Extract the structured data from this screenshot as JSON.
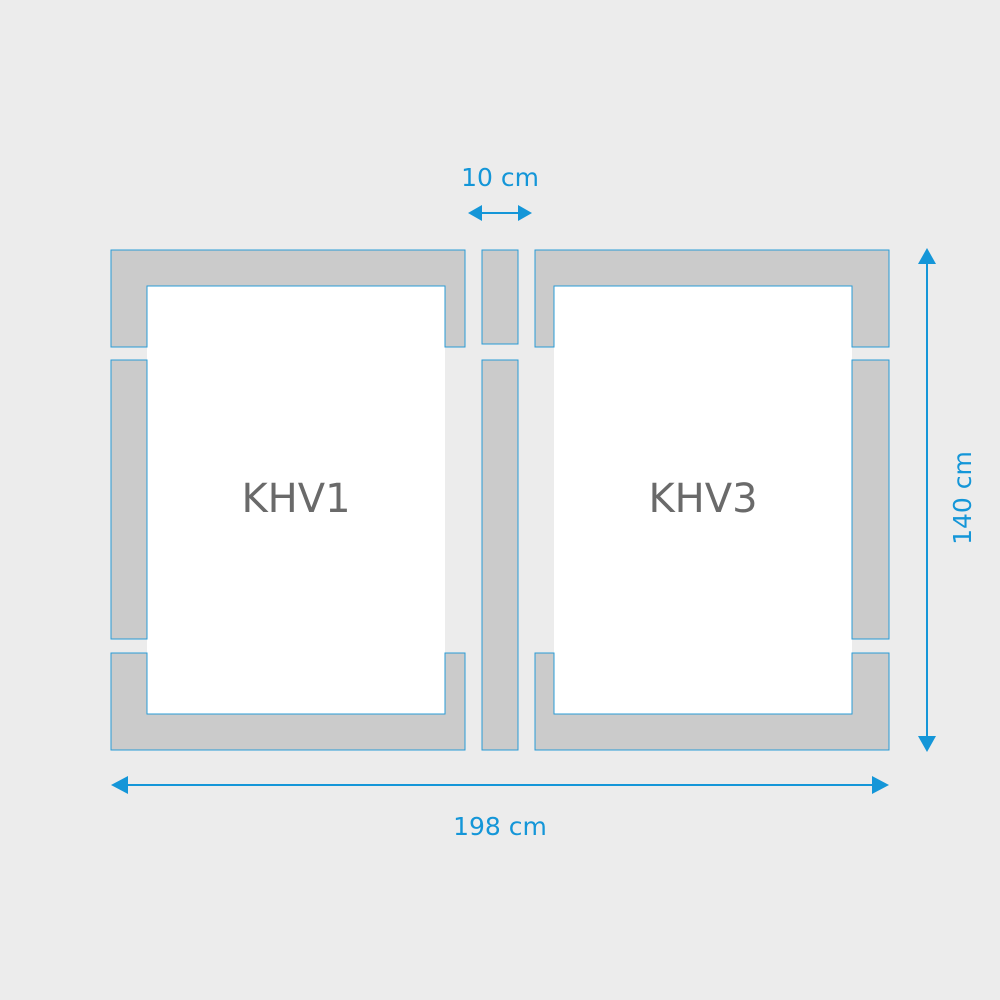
{
  "colors": {
    "background": "#ececec",
    "frame_fill": "#cbcbcb",
    "frame_outline": "#2a9bd6",
    "pane": "#ffffff",
    "dimension": "#1496d8",
    "unit_label": "#6a6a6a"
  },
  "units": {
    "left": "KHV1",
    "right": "KHV3"
  },
  "dimensions": {
    "gap": "10 cm",
    "width": "198 cm",
    "height": "140 cm"
  },
  "icons": [
    "double-arrow-icon"
  ]
}
